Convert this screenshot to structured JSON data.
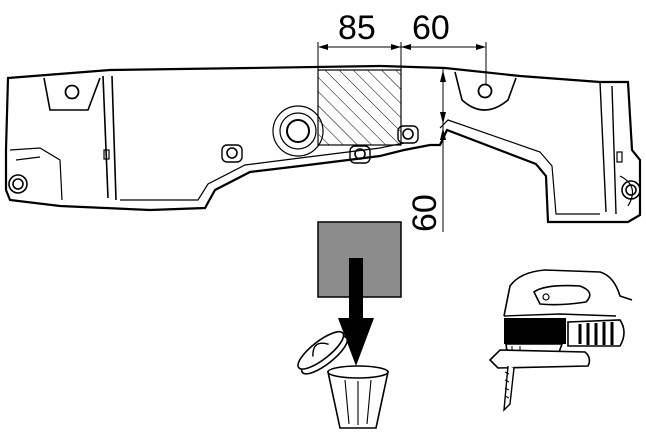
{
  "dimensions": {
    "top_left": "85",
    "top_right": "60",
    "vertical": "60"
  },
  "colors": {
    "line": "#000000",
    "cutout_fill": "#8c8c8c",
    "background": "#ffffff"
  },
  "icons": {
    "trash": "waste-bin-icon",
    "jigsaw": "jigsaw-icon",
    "arrow": "arrow-down-icon"
  }
}
